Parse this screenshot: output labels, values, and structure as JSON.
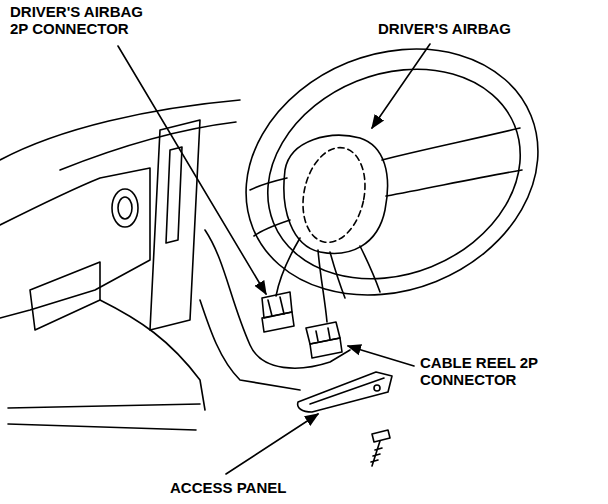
{
  "diagram": {
    "labels": [
      "DRIVER'S AIRBAG 2P CONNECTOR",
      "DRIVER'S AIRBAG",
      "CABLE REEL 2P CONNECTOR",
      "ACCESS PANEL"
    ]
  }
}
